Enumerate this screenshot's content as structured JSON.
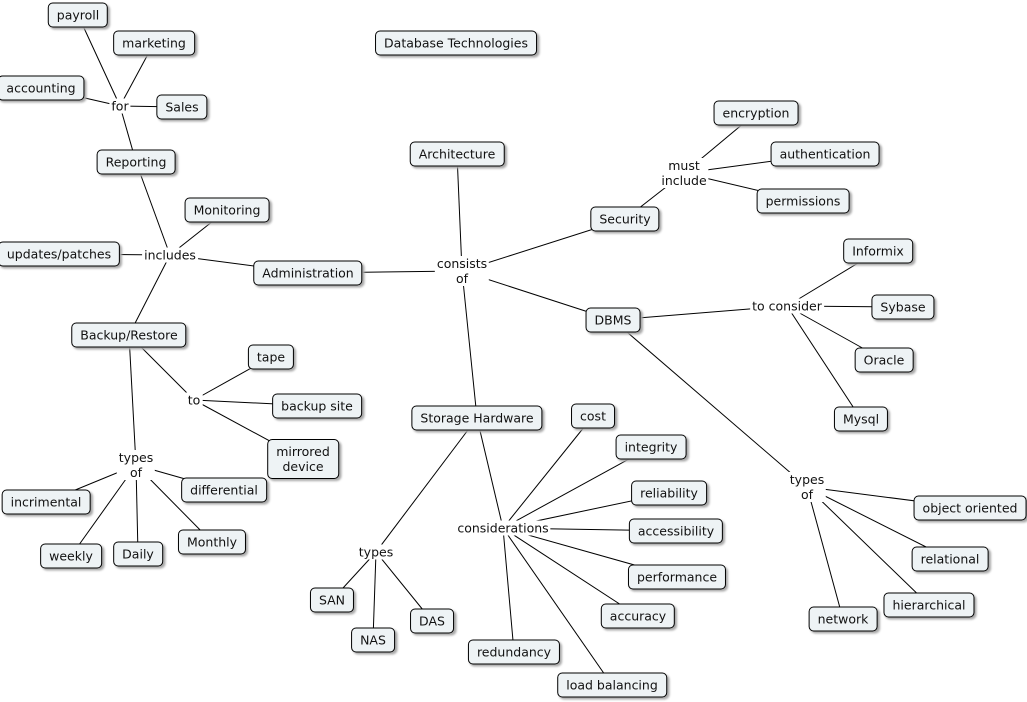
{
  "title": "Database Technologies",
  "nodes": [
    {
      "id": "payroll",
      "label": "payroll"
    },
    {
      "id": "marketing",
      "label": "marketing"
    },
    {
      "id": "accounting",
      "label": "accounting"
    },
    {
      "id": "sales",
      "label": "Sales"
    },
    {
      "id": "reporting",
      "label": "Reporting"
    },
    {
      "id": "monitoring",
      "label": "Monitoring"
    },
    {
      "id": "updates",
      "label": "updates/patches"
    },
    {
      "id": "administration",
      "label": "Administration"
    },
    {
      "id": "backup_restore",
      "label": "Backup/Restore"
    },
    {
      "id": "tape",
      "label": "tape"
    },
    {
      "id": "backup_site",
      "label": "backup site"
    },
    {
      "id": "mirrored",
      "label": "mirrored\ndevice"
    },
    {
      "id": "incrimental",
      "label": "incrimental"
    },
    {
      "id": "differential",
      "label": "differential"
    },
    {
      "id": "weekly",
      "label": "weekly"
    },
    {
      "id": "daily",
      "label": "Daily"
    },
    {
      "id": "monthly",
      "label": "Monthly"
    },
    {
      "id": "architecture",
      "label": "Architecture"
    },
    {
      "id": "security",
      "label": "Security"
    },
    {
      "id": "encryption",
      "label": "encryption"
    },
    {
      "id": "authentication",
      "label": "authentication"
    },
    {
      "id": "permissions",
      "label": "permissions"
    },
    {
      "id": "dbms",
      "label": "DBMS"
    },
    {
      "id": "informix",
      "label": "Informix"
    },
    {
      "id": "sybase",
      "label": "Sybase"
    },
    {
      "id": "oracle",
      "label": "Oracle"
    },
    {
      "id": "mysql",
      "label": "Mysql"
    },
    {
      "id": "storage",
      "label": "Storage Hardware"
    },
    {
      "id": "san",
      "label": "SAN"
    },
    {
      "id": "nas",
      "label": "NAS"
    },
    {
      "id": "das",
      "label": "DAS"
    },
    {
      "id": "cost",
      "label": "cost"
    },
    {
      "id": "integrity",
      "label": "integrity"
    },
    {
      "id": "reliability",
      "label": "reliability"
    },
    {
      "id": "accessibility",
      "label": "accessibility"
    },
    {
      "id": "performance",
      "label": "performance"
    },
    {
      "id": "accuracy",
      "label": "accuracy"
    },
    {
      "id": "redundancy",
      "label": "redundancy"
    },
    {
      "id": "load_balancing",
      "label": "load balancing"
    },
    {
      "id": "object_oriented",
      "label": "object oriented"
    },
    {
      "id": "relational",
      "label": "relational"
    },
    {
      "id": "hierarchical",
      "label": "hierarchical"
    },
    {
      "id": "network",
      "label": "network"
    }
  ],
  "phrases": [
    {
      "id": "p_for",
      "label": "for"
    },
    {
      "id": "p_includes",
      "label": "includes"
    },
    {
      "id": "p_to",
      "label": "to"
    },
    {
      "id": "p_types_of_backup",
      "label": "types\nof"
    },
    {
      "id": "p_consists_of",
      "label": "consists\nof"
    },
    {
      "id": "p_must_include",
      "label": "must\ninclude"
    },
    {
      "id": "p_to_consider",
      "label": "to consider"
    },
    {
      "id": "p_types_storage",
      "label": "types"
    },
    {
      "id": "p_considerations",
      "label": "considerations"
    },
    {
      "id": "p_types_of_dbms",
      "label": "types\nof"
    }
  ],
  "links": [
    [
      "payroll",
      "p_for"
    ],
    [
      "marketing",
      "p_for"
    ],
    [
      "accounting",
      "p_for"
    ],
    [
      "p_for",
      "sales"
    ],
    [
      "p_for",
      "reporting"
    ],
    [
      "reporting",
      "p_includes"
    ],
    [
      "monitoring",
      "p_includes"
    ],
    [
      "updates",
      "p_includes"
    ],
    [
      "p_includes",
      "administration"
    ],
    [
      "p_includes",
      "backup_restore"
    ],
    [
      "backup_restore",
      "p_to"
    ],
    [
      "p_to",
      "tape"
    ],
    [
      "p_to",
      "backup_site"
    ],
    [
      "p_to",
      "mirrored"
    ],
    [
      "backup_restore",
      "p_types_of_backup"
    ],
    [
      "p_types_of_backup",
      "incrimental"
    ],
    [
      "p_types_of_backup",
      "differential"
    ],
    [
      "p_types_of_backup",
      "weekly"
    ],
    [
      "p_types_of_backup",
      "daily"
    ],
    [
      "p_types_of_backup",
      "monthly"
    ],
    [
      "administration",
      "p_consists_of"
    ],
    [
      "architecture",
      "p_consists_of"
    ],
    [
      "p_consists_of",
      "security"
    ],
    [
      "p_consists_of",
      "dbms"
    ],
    [
      "p_consists_of",
      "storage"
    ],
    [
      "security",
      "p_must_include"
    ],
    [
      "p_must_include",
      "encryption"
    ],
    [
      "p_must_include",
      "authentication"
    ],
    [
      "p_must_include",
      "permissions"
    ],
    [
      "dbms",
      "p_to_consider"
    ],
    [
      "p_to_consider",
      "informix"
    ],
    [
      "p_to_consider",
      "sybase"
    ],
    [
      "p_to_consider",
      "oracle"
    ],
    [
      "p_to_consider",
      "mysql"
    ],
    [
      "dbms",
      "p_types_of_dbms"
    ],
    [
      "p_types_of_dbms",
      "object_oriented"
    ],
    [
      "p_types_of_dbms",
      "relational"
    ],
    [
      "p_types_of_dbms",
      "hierarchical"
    ],
    [
      "p_types_of_dbms",
      "network"
    ],
    [
      "storage",
      "p_types_storage"
    ],
    [
      "p_types_storage",
      "san"
    ],
    [
      "p_types_storage",
      "nas"
    ],
    [
      "p_types_storage",
      "das"
    ],
    [
      "storage",
      "p_considerations"
    ],
    [
      "p_considerations",
      "cost"
    ],
    [
      "p_considerations",
      "integrity"
    ],
    [
      "p_considerations",
      "reliability"
    ],
    [
      "p_considerations",
      "accessibility"
    ],
    [
      "p_considerations",
      "performance"
    ],
    [
      "p_considerations",
      "accuracy"
    ],
    [
      "p_considerations",
      "redundancy"
    ],
    [
      "p_considerations",
      "load_balancing"
    ]
  ]
}
